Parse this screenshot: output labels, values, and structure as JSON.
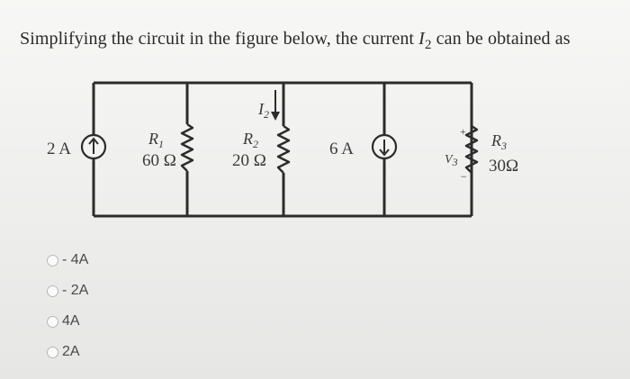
{
  "question": {
    "text": "Simplifying the circuit in the figure below, the current ",
    "var": "I",
    "sub": "2",
    "tail": " can be obtained as"
  },
  "circuit": {
    "source1": "2 A",
    "r1_name": "R",
    "r1_sub": "1",
    "r1_value": "60 Ω",
    "r2_name": "R",
    "r2_sub": "2",
    "r2_value": "20 Ω",
    "i2_name": "I",
    "i2_sub": "2",
    "source2": "6 A",
    "v3_name": "V",
    "v3_sub": "3",
    "v3_plus": "+",
    "v3_minus": "−",
    "r3_name": "R",
    "r3_sub": "3",
    "r3_value": "30Ω"
  },
  "options": [
    {
      "label": "- 4A"
    },
    {
      "label": "- 2A"
    },
    {
      "label": "4A"
    },
    {
      "label": "2A"
    }
  ]
}
